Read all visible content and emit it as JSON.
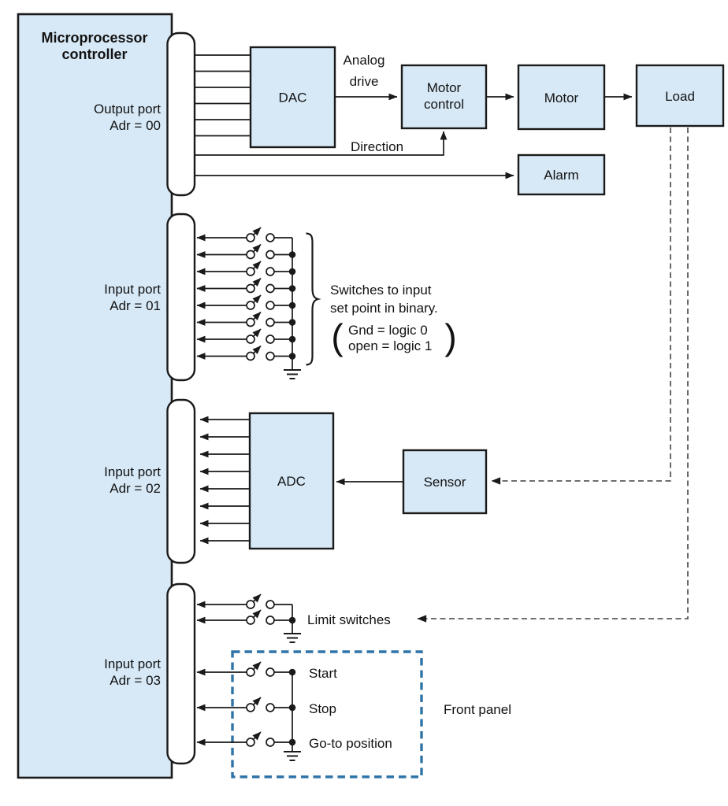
{
  "colors": {
    "block_fill": "#d7e9f7",
    "line_black": "#1a1a1a",
    "front_panel_blue": "#2f74a8",
    "dashed_gray": "#5a5a5a"
  },
  "controller": {
    "title1": "Microprocessor",
    "title2": "controller",
    "output_port": {
      "line1": "Output port",
      "line2": "Adr = 00"
    },
    "input_port1": {
      "line1": "Input port",
      "line2": "Adr = 01"
    },
    "input_port2": {
      "line1": "Input port",
      "line2": "Adr = 02"
    },
    "input_port3": {
      "line1": "Input port",
      "line2": "Adr = 03"
    }
  },
  "blocks": {
    "dac": "DAC",
    "motor_control1": "Motor",
    "motor_control2": "control",
    "motor": "Motor",
    "load": "Load",
    "alarm": "Alarm",
    "adc": "ADC",
    "sensor": "Sensor"
  },
  "labels": {
    "analog1": "Analog",
    "analog2": "drive",
    "direction": "Direction",
    "switch_note1": "Switches to input",
    "switch_note2": "set point in binary.",
    "logic_note1": "Gnd = logic 0",
    "logic_note2": "open = logic 1",
    "paren_open": "(",
    "paren_close": ")",
    "limit_switches": "Limit switches",
    "start": "Start",
    "stop": "Stop",
    "goto_position": "Go-to position",
    "front_panel": "Front panel"
  }
}
